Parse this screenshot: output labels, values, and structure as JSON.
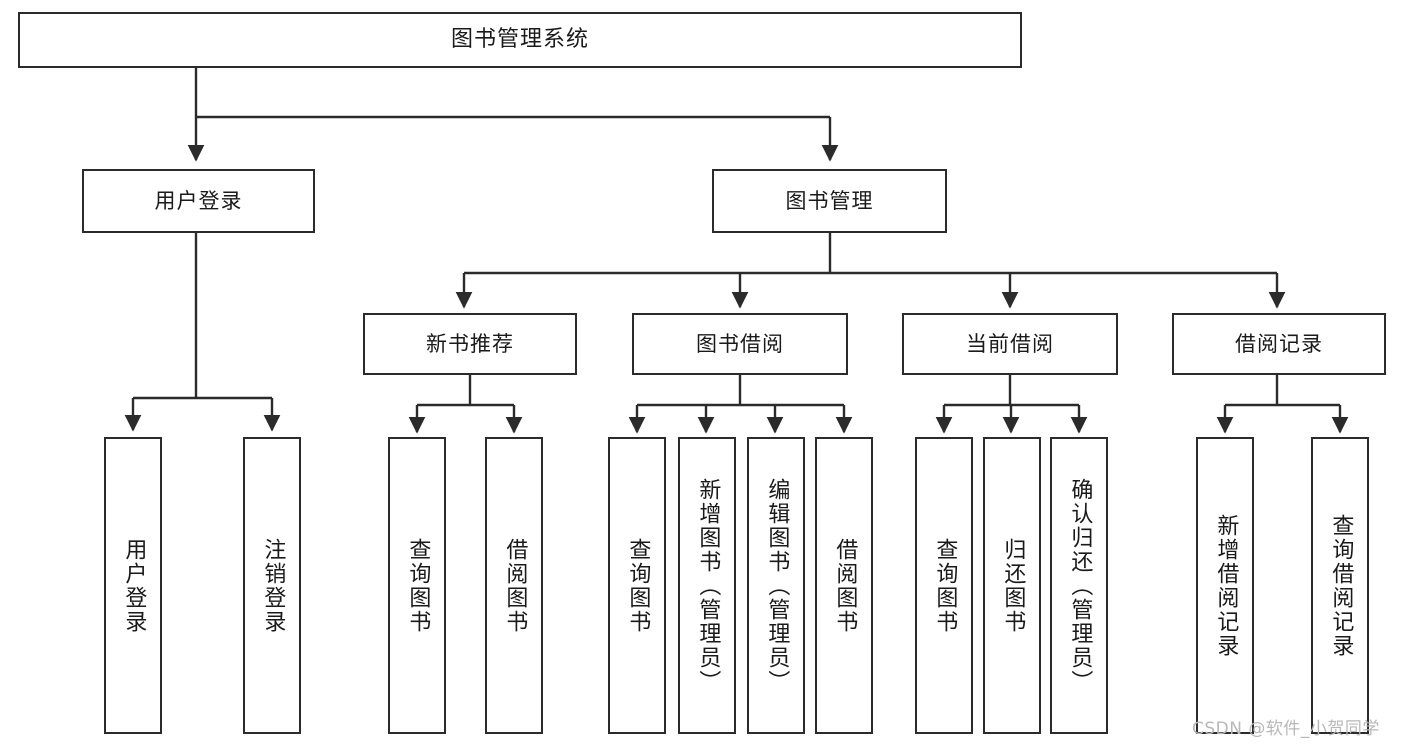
{
  "diagram": {
    "type": "tree-hierarchy",
    "title": "图书管理系统",
    "watermark": "CSDN @软件_小贺同学",
    "colors": {
      "stroke": "#2b2b2b",
      "fill": "#ffffff",
      "text": "#1a1a1a",
      "watermark": "#b8b8b8"
    },
    "levels": {
      "root": {
        "label": "图书管理系统"
      },
      "level2": [
        {
          "label": "用户登录"
        },
        {
          "label": "图书管理"
        }
      ],
      "level3": [
        {
          "label": "新书推荐"
        },
        {
          "label": "图书借阅"
        },
        {
          "label": "当前借阅"
        },
        {
          "label": "借阅记录"
        }
      ],
      "leaves": {
        "user_login": [
          {
            "label": "用户登录"
          },
          {
            "label": "注销登录"
          }
        ],
        "new_book_recommend": [
          {
            "label": "查询图书"
          },
          {
            "label": "借阅图书"
          }
        ],
        "book_borrow": [
          {
            "label": "查询图书"
          },
          {
            "label": "新增图书（管理员）"
          },
          {
            "label": "编辑图书（管理员）"
          },
          {
            "label": "借阅图书"
          }
        ],
        "current_borrow": [
          {
            "label": "查询图书"
          },
          {
            "label": "归还图书"
          },
          {
            "label": "确认归还（管理员）"
          }
        ],
        "borrow_record": [
          {
            "label": "新增借阅记录"
          },
          {
            "label": "查询借阅记录"
          }
        ]
      }
    }
  }
}
